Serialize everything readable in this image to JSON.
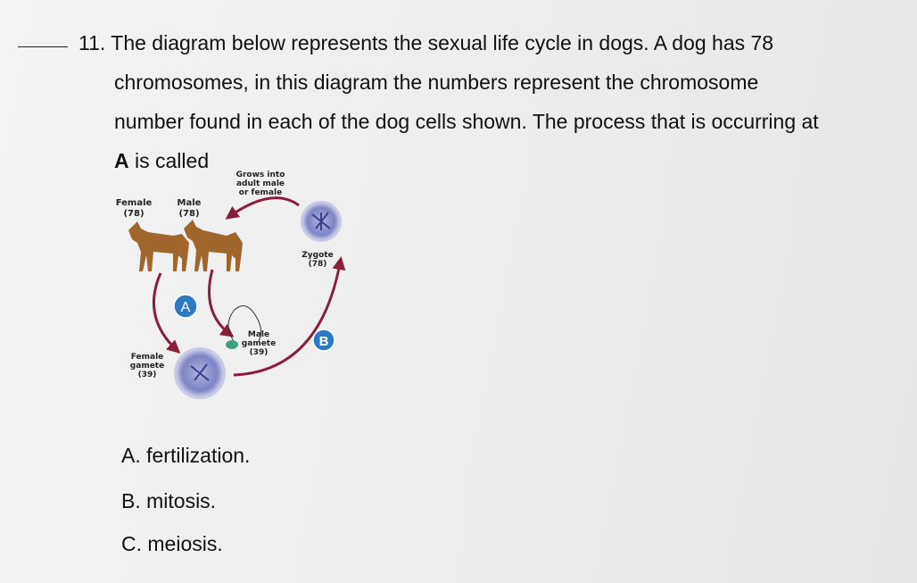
{
  "question": {
    "blank": "____",
    "number": "11.",
    "line1": "The diagram below represents the sexual life cycle in dogs. A dog has 78",
    "line2": "chromosomes, in this diagram the numbers represent the chromosome",
    "line3": "number found in each of the dog cells shown. The process that is occurring at",
    "line4_bold": "A",
    "line4_rest": " is called"
  },
  "diagram": {
    "female_label": "Female",
    "female_count": "(78)",
    "male_label": "Male",
    "male_count": "(78)",
    "grows_line1": "Grows into",
    "grows_line2": "adult male",
    "grows_line3": "or female",
    "zygote_label": "Zygote",
    "zygote_count": "(78)",
    "male_gamete_line1": "Male",
    "male_gamete_line2": "gamete",
    "male_gamete_count": "(39)",
    "female_gamete_line1": "Female",
    "female_gamete_line2": "gamete",
    "female_gamete_count": "(39)",
    "marker_a": "A",
    "marker_b": "B",
    "colors": {
      "arrow": "#8a1f3c",
      "dog": "#a0662c",
      "marker": "#2c79c4",
      "cell": "#6c6fb0"
    }
  },
  "choices": [
    "A. fertilization.",
    "B. mitosis.",
    "C. meiosis."
  ]
}
